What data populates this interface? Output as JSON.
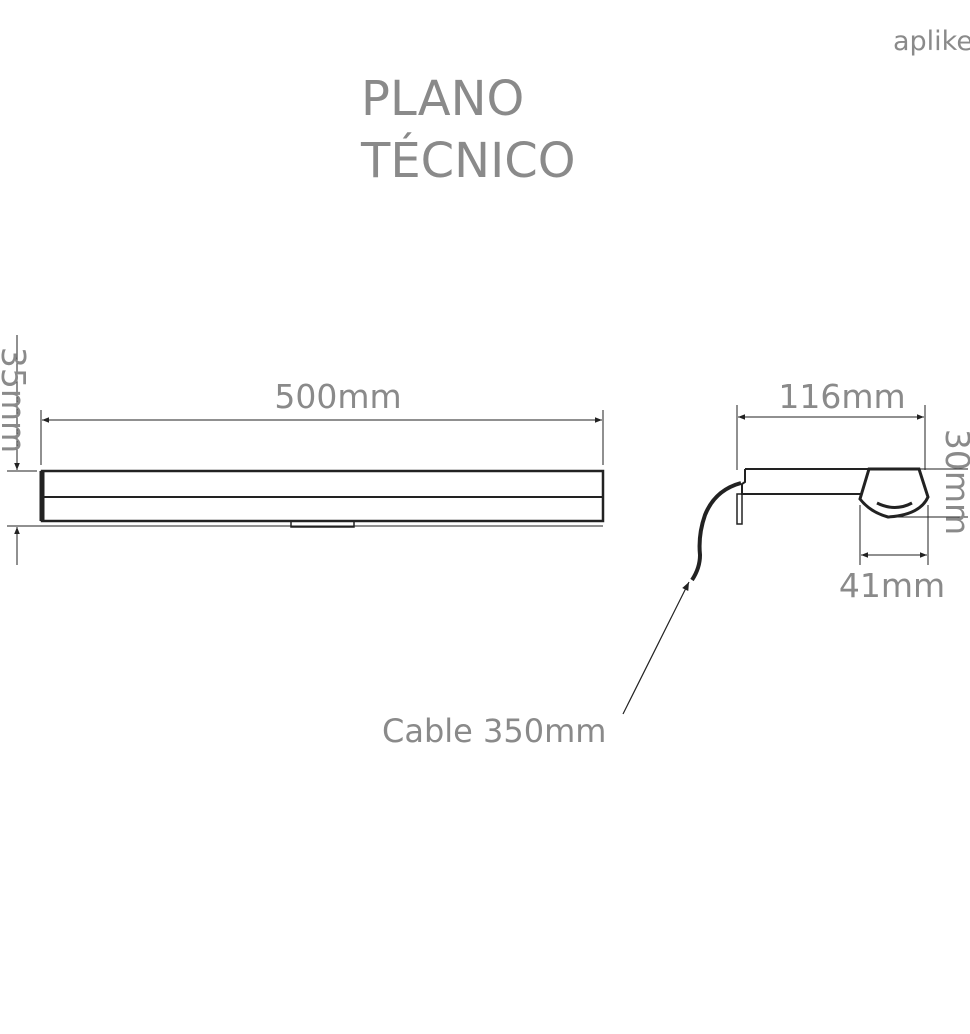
{
  "brand": "aplike",
  "title": {
    "line1": "PLANO",
    "line2": "TÉCNICO"
  },
  "front_view": {
    "width_label": "500mm",
    "height_label": "35mm"
  },
  "side_view": {
    "depth_label": "116mm",
    "head_height_label": "30mm",
    "head_width_label": "41mm"
  },
  "cable_label": "Cable 350mm",
  "colors": {
    "text": "#8a8a8a",
    "line": "#222222"
  }
}
